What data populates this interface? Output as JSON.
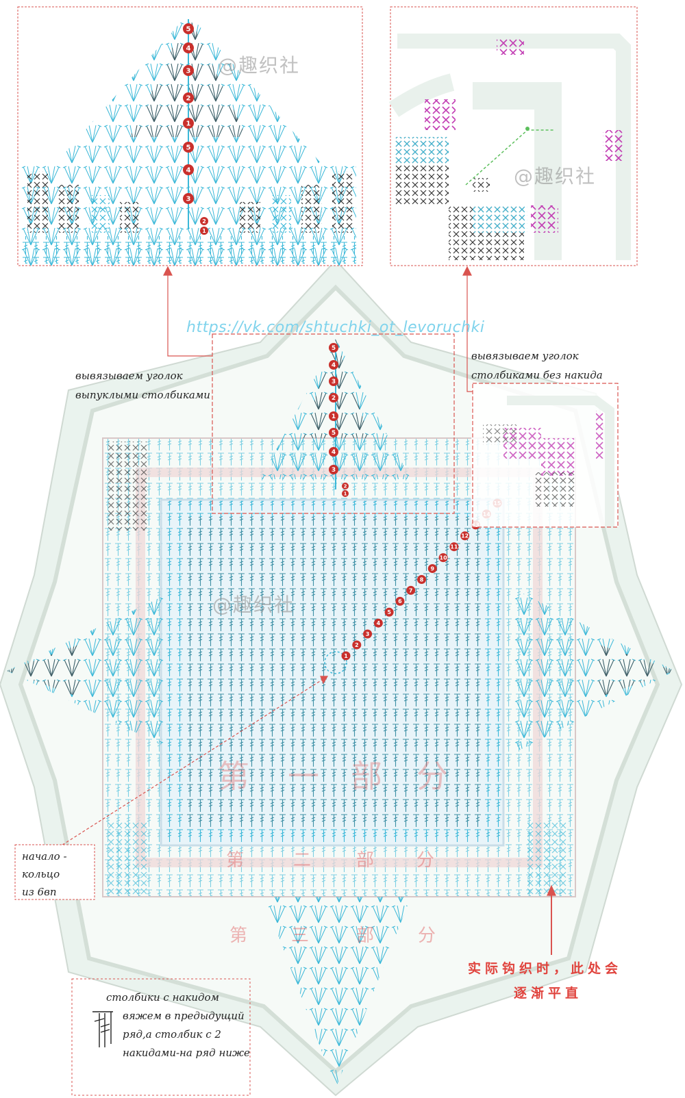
{
  "url": "https://vk.com/shtuchki_ot_levoruchki",
  "watermark": "@趣织社",
  "annotations": {
    "left_corner_line1": "вывязываем уголок",
    "left_corner_line2": "выпуклыми столбиками",
    "right_corner_line1": "вывязываем уголок",
    "right_corner_line2": "столбиками без накида",
    "start_line1": "начало -",
    "start_line2": "кольцо",
    "start_line3": "из 6вп",
    "legend_line1": "столбики с накидом",
    "legend_line2": "вяжем в предыдущий",
    "legend_line3": "ряд,а столбик с 2",
    "legend_line4": "накидами-на ряд ниже",
    "cn_note_line1": "实际钩织时，此处会",
    "cn_note_line2": "逐渐平直"
  },
  "parts": {
    "part1": [
      "第",
      "一",
      "部",
      "分"
    ],
    "part2": [
      "第",
      "二",
      "部",
      "分"
    ],
    "part3": [
      "第",
      "三",
      "部",
      "分"
    ]
  },
  "row_numbers_top": [
    "5",
    "4",
    "3",
    "2",
    "1",
    "5",
    "4",
    "3",
    "2",
    "1"
  ],
  "row_numbers_diag": [
    "1",
    "2",
    "3",
    "4",
    "5",
    "6",
    "7",
    "8",
    "9",
    "10",
    "11",
    "12",
    "13",
    "14",
    "15"
  ],
  "colors": {
    "red": "#d9534f",
    "cyan": "#3bb8d8",
    "magenta": "#c23fb4",
    "dark": "#333333",
    "band": "#e4eee8",
    "inner": "#e8f4fb"
  }
}
